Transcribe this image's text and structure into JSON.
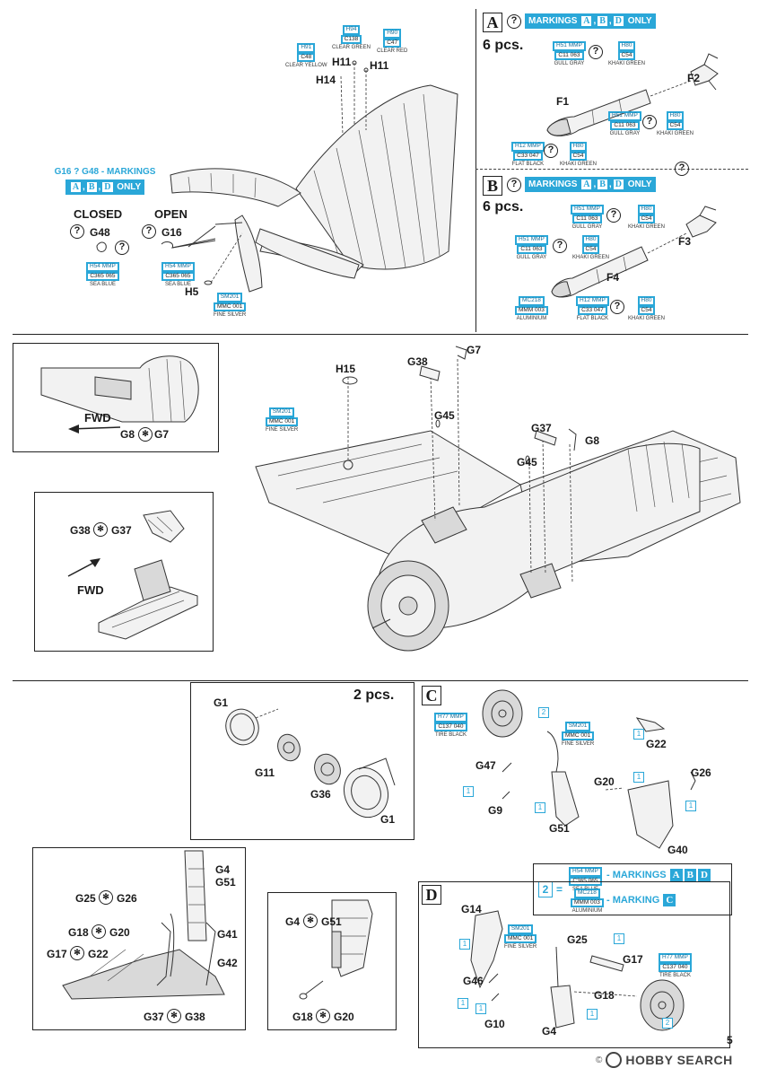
{
  "top_left": {
    "paints": [
      {
        "code1": "H91",
        "code2": "C48",
        "name": "CLEAR YELLOW"
      },
      {
        "code1": "H94",
        "code2": "C138",
        "name": "CLEAR GREEN"
      },
      {
        "code1": "H90",
        "code2": "C47",
        "name": "CLEAR RED"
      },
      {
        "code1": "H54 MMP",
        "code2": "C365 065",
        "name": "SEA BLUE"
      },
      {
        "code1": "H54 MMP",
        "code2": "C365 065",
        "name": "SEA BLUE"
      },
      {
        "code1": "SM201",
        "code2": "MMC 001",
        "name": "FINE SILVER"
      }
    ],
    "parts": [
      "H11",
      "H11",
      "H14",
      "G48",
      "G16",
      "H5"
    ],
    "closed": "CLOSED",
    "open": "OPEN",
    "markings_box": {
      "line1": "G16 ? G48 - MARKINGS",
      "letters": [
        "A",
        "B",
        "D"
      ],
      "only": "ONLY"
    }
  },
  "panel_a": {
    "letter": "A",
    "markings_label": "MARKINGS",
    "letters": [
      "A",
      "B",
      "D"
    ],
    "only": "ONLY",
    "qty": "6 pcs.",
    "parts": [
      "F1",
      "F2"
    ],
    "paints": [
      {
        "code1": "H51 MMP",
        "code2": "C11 063",
        "name": "GULL GRAY"
      },
      {
        "code1": "H80",
        "code2": "C54",
        "name": "KHAKI GREEN"
      },
      {
        "code1": "H51 MMP",
        "code2": "C11 063",
        "name": "GULL GRAY"
      },
      {
        "code1": "H80",
        "code2": "C54",
        "name": "KHAKI GREEN"
      },
      {
        "code1": "H12 MMP",
        "code2": "C33 047",
        "name": "FLAT BLACK"
      },
      {
        "code1": "H80",
        "code2": "C54",
        "name": "KHAKI GREEN"
      }
    ]
  },
  "panel_b": {
    "letter": "B",
    "markings_label": "MARKINGS",
    "letters": [
      "A",
      "B",
      "D"
    ],
    "only": "ONLY",
    "qty": "6 pcs.",
    "parts": [
      "F3",
      "F4"
    ],
    "paints": [
      {
        "code1": "H51 MMP",
        "code2": "C11 063",
        "name": "GULL GRAY"
      },
      {
        "code1": "H80",
        "code2": "C54",
        "name": "KHAKI GREEN"
      },
      {
        "code1": "H51 MMP",
        "code2": "C11 063",
        "name": "GULL GRAY"
      },
      {
        "code1": "H80",
        "code2": "C54",
        "name": "KHAKI GREEN"
      },
      {
        "code1": "MC218",
        "code2": "MMM 003",
        "name": "ALUMINIUM"
      },
      {
        "code1": "H12 MMP",
        "code2": "C33 047",
        "name": "FLAT BLACK"
      },
      {
        "code1": "H80",
        "code2": "C54",
        "name": "KHAKI GREEN"
      }
    ]
  },
  "middle": {
    "fwd": "FWD",
    "g8g7": [
      "G8",
      "G7"
    ],
    "g38g37": [
      "G38",
      "G37"
    ],
    "parts": [
      "H15",
      "G38",
      "G7",
      "G45",
      "G37",
      "G8",
      "G45"
    ],
    "paint": {
      "code1": "SM201",
      "code2": "MMC 001",
      "name": "FINE SILVER"
    }
  },
  "wheel_panel": {
    "qty": "2 pcs.",
    "parts": [
      "G1",
      "G11",
      "G36",
      "G1"
    ]
  },
  "panel_c": {
    "letter": "C",
    "parts": [
      "G22",
      "G26",
      "G47",
      "G20",
      "G9",
      "G51",
      "G40"
    ],
    "paints": [
      {
        "code1": "H77 MMP",
        "code2": "C137 040",
        "name": "TIRE BLACK"
      },
      {
        "code1": "SM201",
        "code2": "MMC 001",
        "name": "FINE SILVER"
      }
    ],
    "nums": [
      "2",
      "1",
      "1",
      "1",
      "1",
      "1"
    ]
  },
  "legend2": {
    "num": "2",
    "eq": "=",
    "row1": {
      "paint": {
        "code1": "H54 MMP",
        "code2": "C365 065",
        "name": "SEA BLUE"
      },
      "text": "- MARKINGS",
      "letters": [
        "A",
        "B",
        "D"
      ]
    },
    "row2": {
      "paint": {
        "code1": "MC218",
        "code2": "MMM 003",
        "name": "ALUMINIUM"
      },
      "text": "- MARKING",
      "letters": [
        "C"
      ]
    }
  },
  "bottom_left": {
    "pairs": [
      [
        "G4",
        "G51"
      ],
      [
        "G25",
        "G26"
      ],
      [
        "G18",
        "G20"
      ],
      [
        "G17",
        "G22"
      ],
      [
        "G41",
        "G42"
      ],
      [
        "G37",
        "G38"
      ]
    ]
  },
  "bottom_mid": {
    "pairs": [
      [
        "G4",
        "G51"
      ],
      [
        "G18",
        "G20"
      ]
    ]
  },
  "panel_d": {
    "letter": "D",
    "parts": [
      "G14",
      "G25",
      "G17",
      "G46",
      "G18",
      "G10",
      "G4"
    ],
    "paints": [
      {
        "code1": "SM201",
        "code2": "MMC 001",
        "name": "FINE SILVER"
      },
      {
        "code1": "H77 MMP",
        "code2": "C137 040",
        "name": "TIRE BLACK"
      }
    ],
    "nums": [
      "1",
      "1",
      "1",
      "1",
      "1",
      "2"
    ]
  },
  "page_number": "5",
  "watermark": "HOBBY SEARCH",
  "copyright": "©"
}
